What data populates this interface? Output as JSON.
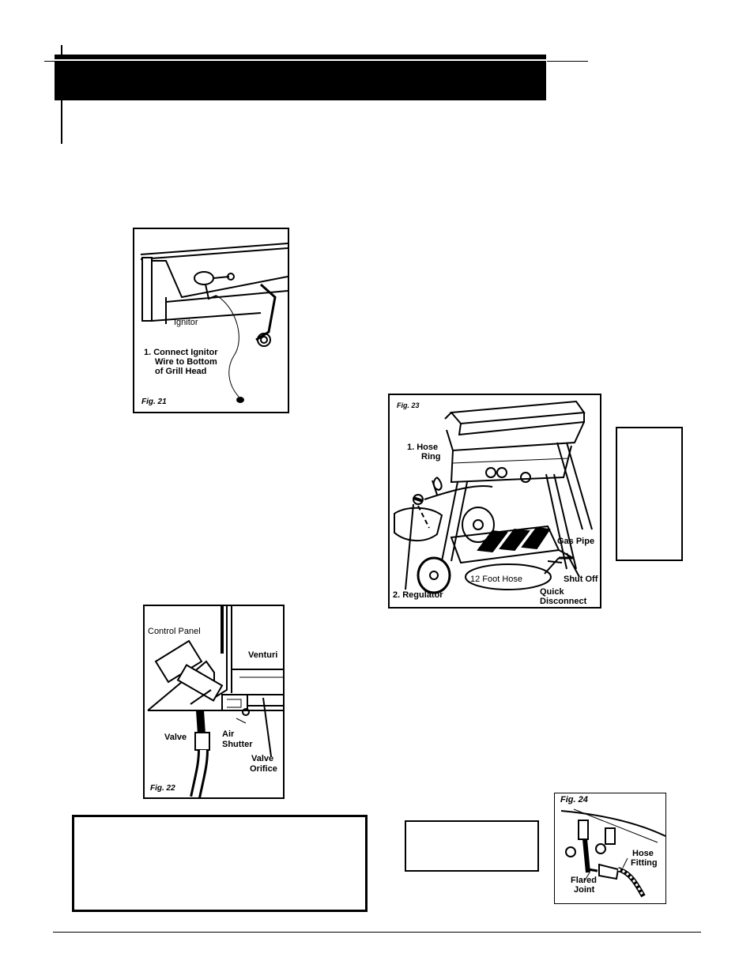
{
  "header": {
    "title": ""
  },
  "figures": {
    "fig21": {
      "caption": "Fig. 21",
      "labels": {
        "ignitor": "Ignitor",
        "step1_line1": "1. Connect Ignitor",
        "step1_line2": "Wire to Bottom",
        "step1_line3": "of Grill Head"
      }
    },
    "fig22": {
      "caption": "Fig. 22",
      "labels": {
        "control_panel": "Control Panel",
        "venturi": "Venturi",
        "valve": "Valve",
        "air_line1": "Air",
        "air_line2": "Shutter",
        "valve_orifice_line1": "Valve",
        "valve_orifice_line2": "Orifice"
      }
    },
    "fig23": {
      "caption": "Fig. 23",
      "labels": {
        "hose_line1": "1. Hose",
        "hose_line2": "Ring",
        "gas_pipe": "Gas Pipe",
        "shut_off": "Shut Off",
        "twelve_foot_hose": "12 Foot Hose",
        "regulator": "2. Regulator",
        "quick_line1": "Quick",
        "quick_line2": "Disconnect"
      }
    },
    "fig24": {
      "caption": "Fig. 24",
      "labels": {
        "hose_fitting_line1": "Hose",
        "hose_fitting_line2": "Fitting",
        "flared_line1": "Flared",
        "flared_line2": "Joint"
      }
    }
  }
}
